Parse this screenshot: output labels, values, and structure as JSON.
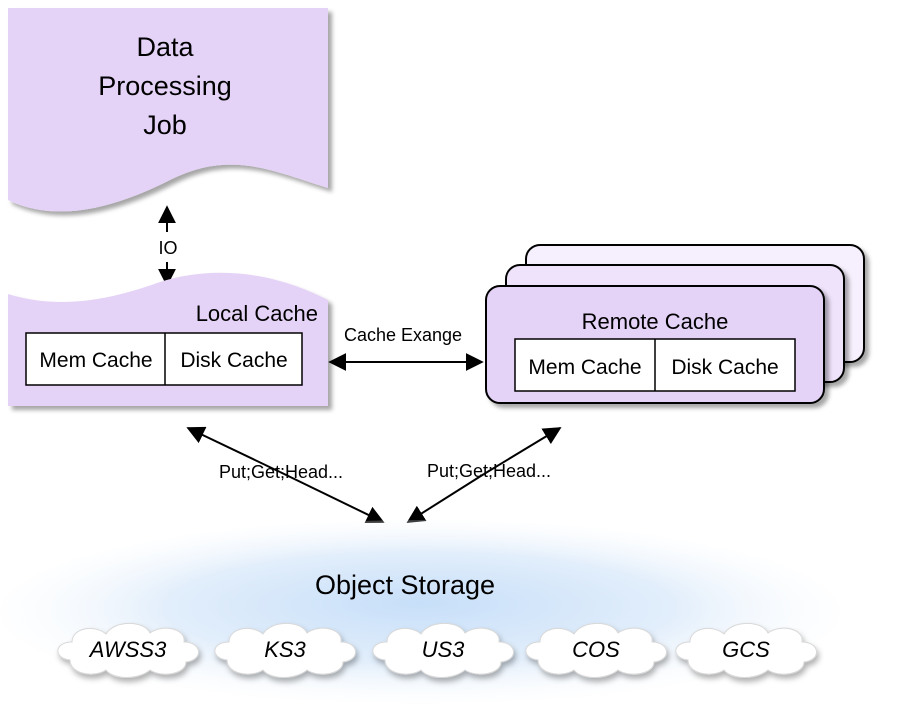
{
  "job": {
    "label_lines": [
      "Data",
      "Processing",
      "Job"
    ]
  },
  "io_label": "IO",
  "local_cache": {
    "title": "Local Cache",
    "cells": [
      "Mem Cache",
      "Disk Cache"
    ]
  },
  "exchange_label": "Cache Exange",
  "remote_cache": {
    "title": "Remote Cache",
    "cells": [
      "Mem Cache",
      "Disk Cache"
    ]
  },
  "left_ops_label": "Put;Get;Head...",
  "right_ops_label": "Put;Get;Head...",
  "object_storage": {
    "title": "Object Storage",
    "providers": [
      "AWSS3",
      "KS3",
      "US3",
      "COS",
      "GCS"
    ]
  },
  "colors": {
    "node_fill": "#e5d3f7",
    "node_fill_light": "#f4ecfd",
    "storage_gradient": "#cfe4fb",
    "cloud_fill": "#ffffff"
  }
}
